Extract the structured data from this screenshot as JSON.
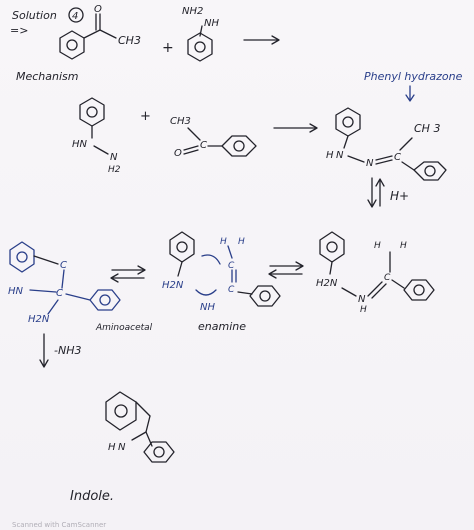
{
  "solution_label": "Solution",
  "solution_number": "4",
  "implies": "=>",
  "mechanism_label": "Mechanism",
  "reactant_ch3": "CH3",
  "reactant_nh2": "NH2",
  "reactant_nh": "NH",
  "plus": "+",
  "phenylhydrazone_label": "Phenyl hydrazone",
  "step2_ch3_left": "CH3",
  "step2_o": "O",
  "step2_c": "C",
  "step2_hn": "HN",
  "step2_n": "N",
  "step2_h2": "H2",
  "step2_ch3_right": "CH 3",
  "step2_n_right": "N",
  "step2_c_right": "C",
  "step2_hn_right": "H",
  "h_plus": "H+",
  "enamine_label": "enamine",
  "aminoacetal_label": "Aminoacetal",
  "minus_nh3": "-NH3",
  "indole_label": "Indole.",
  "h2n_label": "H2N",
  "hn_label": "HN",
  "h_label": "H",
  "c_label": "C",
  "nh_label": "NH",
  "footer_watermark": "Scanned with CamScanner"
}
